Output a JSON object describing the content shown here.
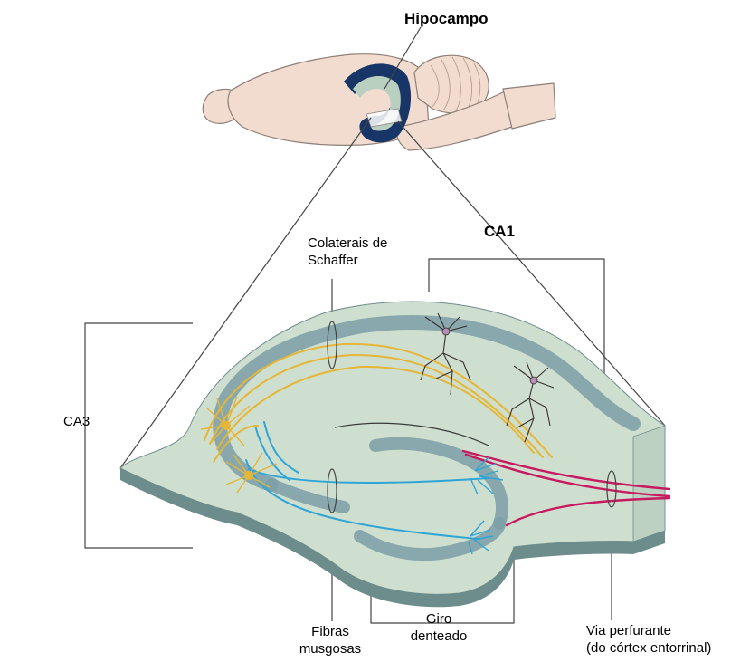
{
  "labels": {
    "hippocampus": "Hipocampo",
    "ca1": "CA1",
    "ca3": "CA3",
    "schaffer_line1": "Colaterais de",
    "schaffer_line2": "Schaffer",
    "mossy_line1": "Fibras",
    "mossy_line2": "musgosas",
    "dentate_line1": "Giro",
    "dentate_line2": "denteado",
    "perforant_line1": "Via perfurante",
    "perforant_line2": "(do córtex entorrinal)"
  },
  "colors": {
    "tissue_fill": "#cfdfcf",
    "tissue_edge": "#6d8c8c",
    "cell_layer": "#7d9fa8",
    "brain_fill": "#f1dccf",
    "brain_outline": "#8e7f78",
    "hippocampus_blue": "#173566",
    "schaffer_yellow": "#e6b637",
    "mossy_blue": "#2fa5d6",
    "perforant_red": "#c8195f",
    "neuron_dark": "#3a3030",
    "leader_lines": "#444444"
  }
}
